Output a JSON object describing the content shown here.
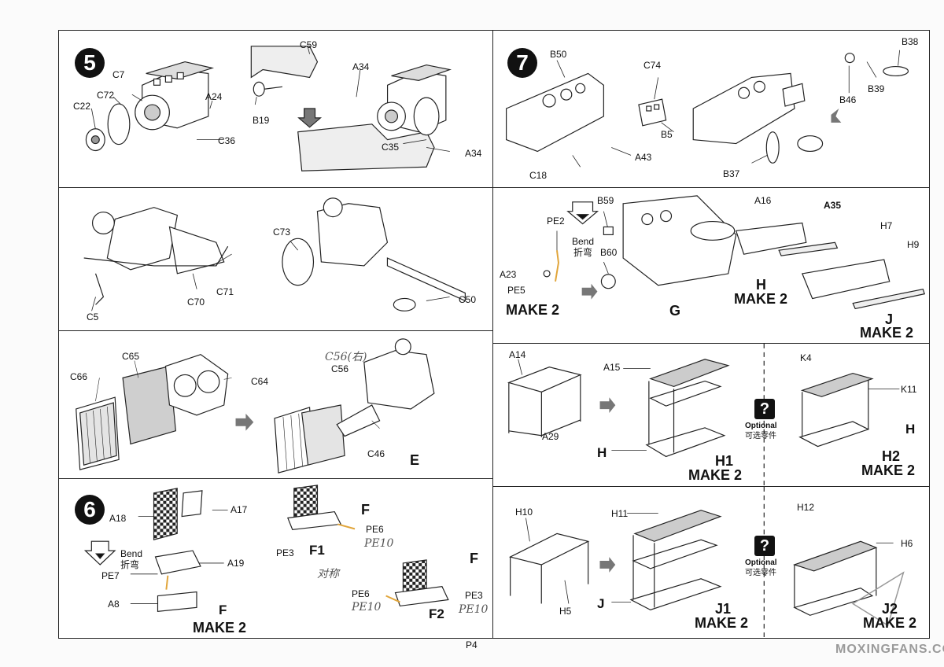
{
  "page_number": "P4",
  "step5": {
    "number": "5",
    "labels": {
      "c7": "C7",
      "c72": "C72",
      "c22": "C22",
      "a24": "A24",
      "c36": "C36",
      "c59": "C59",
      "a34_top": "A34",
      "b19": "B19",
      "c35": "C35",
      "a34_bot": "A34"
    }
  },
  "step5b": {
    "labels": {
      "c71": "C71",
      "c70": "C70",
      "c5": "C5",
      "c73": "C73",
      "c50": "C50"
    }
  },
  "step5c": {
    "labels": {
      "c65": "C65",
      "c66": "C66",
      "c64": "C64",
      "c56": "C56",
      "c56_hand": "C56(右)",
      "c46": "C46",
      "e": "E"
    }
  },
  "step6": {
    "number": "6",
    "labels": {
      "a18": "A18",
      "a17": "A17",
      "a19": "A19",
      "pe7": "PE7",
      "a8": "A8",
      "bend": "Bend",
      "bend_cn": "折弯",
      "f": "F",
      "make2": "MAKE 2"
    },
    "f1": {
      "f": "F",
      "pe6": "PE6",
      "pe6_hand": "PE10",
      "pe3": "PE3",
      "name": "F1"
    },
    "f2": {
      "f": "F",
      "pe6": "PE6",
      "pe6_hand": "PE10",
      "pe3": "PE3",
      "pe3_hand": "PE10",
      "name": "F2"
    },
    "hand_note": "对称"
  },
  "step7": {
    "number": "7",
    "labels": {
      "b50": "B50",
      "c74": "C74",
      "b5": "B5",
      "a43": "A43",
      "c18": "C18",
      "b38": "B38",
      "b39": "B39",
      "b46": "B46",
      "b37": "B37"
    }
  },
  "step7b": {
    "labels": {
      "pe2": "PE2",
      "bend": "Bend",
      "bend_cn": "折弯",
      "a23": "A23",
      "pe5": "PE5",
      "make2": "MAKE 2",
      "b59": "B59",
      "b60": "B60",
      "g": "G",
      "a16": "A16",
      "a35": "A35",
      "h": "H",
      "h_make2": "MAKE 2",
      "h7": "H7",
      "h9": "H9",
      "j": "J",
      "j_make2": "MAKE 2"
    }
  },
  "step7c": {
    "labels": {
      "a14": "A14",
      "a29": "A29",
      "h_left": "H",
      "a15": "A15",
      "h1": "H1",
      "h1_make2": "MAKE 2",
      "optional": "Optional",
      "optional_cn": "可选零件",
      "k4": "K4",
      "k11": "K11",
      "h_right": "H",
      "h2": "H2",
      "h2_make2": "MAKE 2"
    }
  },
  "step7d": {
    "labels": {
      "h10": "H10",
      "h5": "H5",
      "h11": "H11",
      "j_left": "J",
      "j1": "J1",
      "j1_make2": "MAKE 2",
      "optional": "Optional",
      "optional_cn": "可选零件",
      "h12": "H12",
      "h6": "H6",
      "j2": "J2",
      "j2_make2": "MAKE 2"
    }
  },
  "watermark": "MOXINGFANS.COM"
}
